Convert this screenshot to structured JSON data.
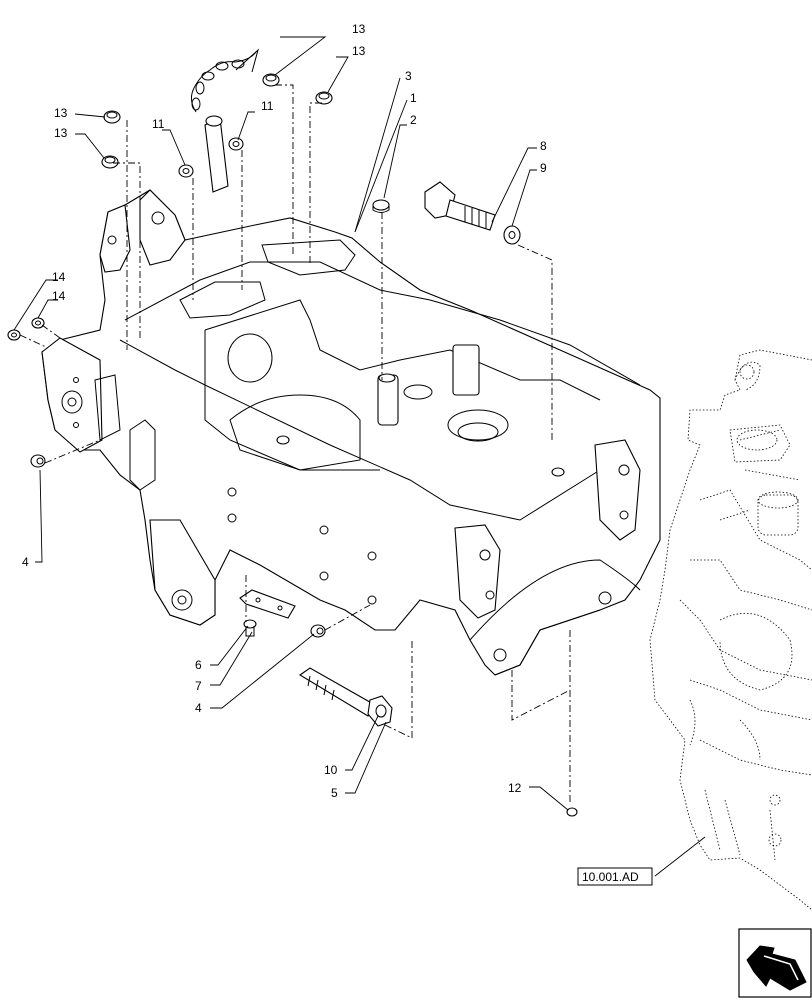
{
  "diagram": {
    "callouts": {
      "c1": "1",
      "c2": "2",
      "c3": "3",
      "c4a": "4",
      "c4b": "4",
      "c5": "5",
      "c6": "6",
      "c7": "7",
      "c8": "8",
      "c9": "9",
      "c10": "10",
      "c11a": "11",
      "c11b": "11",
      "c12": "12",
      "c13a": "13",
      "c13b": "13",
      "c13c": "13",
      "c13d": "13",
      "c14a": "14",
      "c14b": "14"
    },
    "reference_label": "10.001.AD",
    "nav_icon": "arrow-navigation-icon"
  }
}
